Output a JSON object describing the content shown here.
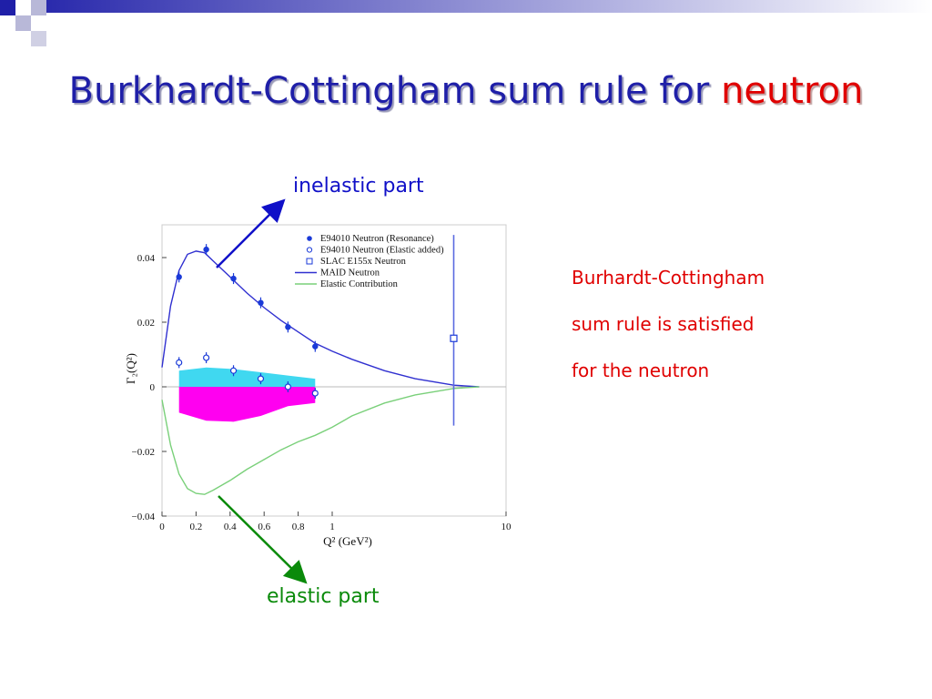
{
  "slide": {
    "title_main": "Burkhardt-Cottingham sum rule for",
    "title_accent": "neutron",
    "annotation_inelastic": "inelastic part",
    "annotation_elastic": "elastic part",
    "side_note": [
      "Burhardt-Cottingham",
      "sum rule is satisfied",
      "for the neutron"
    ]
  },
  "colors": {
    "title": "#1f1fa8",
    "accent": "#e00000",
    "inelastic_arrow": "#1010c8",
    "elastic_arrow": "#0a8a0a",
    "maid": "#3030d0",
    "elastic_curve": "#7ad07a",
    "cyan_band": "#40d8f0",
    "magenta_band": "#ff00f0",
    "data_point": "#1a3ad8"
  },
  "chart_data": {
    "type": "scatter",
    "xlabel": "Q² (GeV²)",
    "ylabel": "Γ₂(Q²)",
    "x_ticks": [
      "0",
      "0.2",
      "0.4",
      "0.6",
      "0.8",
      "1",
      "10"
    ],
    "x_tick_values": [
      0,
      0.2,
      0.4,
      0.6,
      0.8,
      1,
      10
    ],
    "y_ticks": [
      "0.04",
      "0.02",
      "0",
      "−0.02",
      "−0.04"
    ],
    "y_tick_values": [
      0.04,
      0.02,
      0,
      -0.02,
      -0.04
    ],
    "ylim": [
      -0.04,
      0.05
    ],
    "x_axis_scale": "linear 0–1, log-compressed 1–10",
    "legend_position": "top-right",
    "series": [
      {
        "name": "E94010 Neutron (Resonance)",
        "marker": "filled-circle",
        "points": [
          [
            0.1,
            0.034
          ],
          [
            0.26,
            0.0425
          ],
          [
            0.42,
            0.0335
          ],
          [
            0.58,
            0.026
          ],
          [
            0.74,
            0.0185
          ],
          [
            0.9,
            0.0125
          ]
        ]
      },
      {
        "name": "E94010 Neutron (Elastic added)",
        "marker": "open-circle",
        "points": [
          [
            0.1,
            0.0075
          ],
          [
            0.26,
            0.009
          ],
          [
            0.42,
            0.005
          ],
          [
            0.58,
            0.0025
          ],
          [
            0.74,
            0.0
          ],
          [
            0.9,
            -0.002
          ]
        ]
      },
      {
        "name": "SLAC E155x Neutron",
        "marker": "open-square",
        "points": [
          [
            5,
            0.015
          ]
        ],
        "error": [
          [
            0.047,
            -0.012
          ]
        ]
      },
      {
        "name": "MAID Neutron",
        "style": "line",
        "points": [
          [
            0.0,
            0.006
          ],
          [
            0.05,
            0.025
          ],
          [
            0.1,
            0.036
          ],
          [
            0.15,
            0.041
          ],
          [
            0.2,
            0.042
          ],
          [
            0.25,
            0.0415
          ],
          [
            0.3,
            0.039
          ],
          [
            0.4,
            0.034
          ],
          [
            0.5,
            0.029
          ],
          [
            0.6,
            0.0245
          ],
          [
            0.7,
            0.0205
          ],
          [
            0.8,
            0.017
          ],
          [
            0.9,
            0.0135
          ],
          [
            1.0,
            0.011
          ],
          [
            1.3,
            0.0085
          ],
          [
            2.0,
            0.005
          ],
          [
            3.0,
            0.0025
          ],
          [
            5.0,
            0.0005
          ],
          [
            7.0,
            0.0
          ]
        ]
      },
      {
        "name": "Elastic Contribution",
        "style": "line",
        "points": [
          [
            0.0,
            -0.004
          ],
          [
            0.05,
            -0.018
          ],
          [
            0.1,
            -0.027
          ],
          [
            0.15,
            -0.0315
          ],
          [
            0.2,
            -0.033
          ],
          [
            0.25,
            -0.0333
          ],
          [
            0.3,
            -0.032
          ],
          [
            0.4,
            -0.029
          ],
          [
            0.5,
            -0.0255
          ],
          [
            0.6,
            -0.0225
          ],
          [
            0.7,
            -0.0195
          ],
          [
            0.8,
            -0.017
          ],
          [
            0.9,
            -0.015
          ],
          [
            1.0,
            -0.0125
          ],
          [
            1.3,
            -0.009
          ],
          [
            2.0,
            -0.005
          ],
          [
            3.0,
            -0.0025
          ],
          [
            5.0,
            -0.0005
          ],
          [
            7.0,
            0.0
          ]
        ]
      }
    ],
    "bands": [
      {
        "color": "cyan",
        "x": [
          0.1,
          0.9
        ],
        "upper": [
          0.005,
          0.006,
          0.0055,
          0.0045,
          0.0035,
          0.0025
        ],
        "lower": [
          0,
          0,
          0,
          0,
          0,
          0
        ],
        "x_samples": [
          0.1,
          0.26,
          0.42,
          0.58,
          0.74,
          0.9
        ]
      },
      {
        "color": "magenta",
        "x": [
          0.1,
          0.9
        ],
        "upper": [
          0,
          0,
          0,
          0,
          0,
          0
        ],
        "lower": [
          -0.008,
          -0.0105,
          -0.0108,
          -0.009,
          -0.006,
          -0.005
        ],
        "x_samples": [
          0.1,
          0.26,
          0.42,
          0.58,
          0.74,
          0.9
        ]
      }
    ]
  }
}
